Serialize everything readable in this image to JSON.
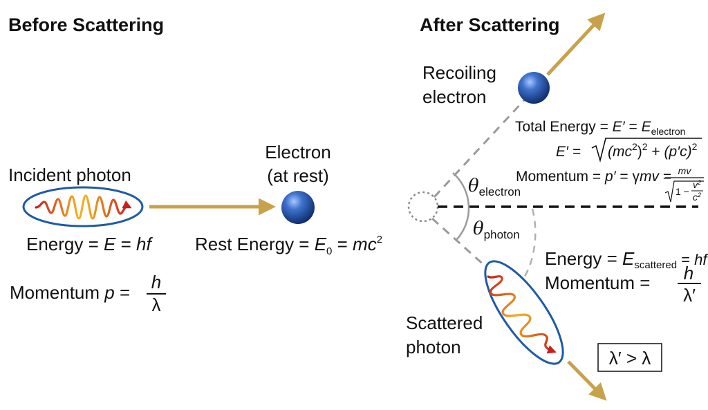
{
  "before": {
    "heading": "Before Scattering",
    "incident_label": "Incident photon",
    "electron_label_line1": "Electron",
    "electron_label_line2": "(at rest)",
    "energy_prefix": "Energy = ",
    "energy_E": "E",
    "energy_mid": " = ",
    "energy_hf": "hf",
    "momentum_prefix": "Momentum ",
    "momentum_p": "p",
    "momentum_eq": " =",
    "momentum_num": "h",
    "momentum_den": "λ",
    "rest_prefix": "Rest Energy = ",
    "rest_E": "E",
    "rest_sub": "0",
    "rest_mid": " = ",
    "rest_mc": "mc",
    "rest_sup": "2"
  },
  "after": {
    "heading": "After Scattering",
    "recoil_line1": "Recoiling",
    "recoil_line2": "electron",
    "total_energy_prefix": "Total Energy = ",
    "total_energy_E": "E′",
    "total_energy_mid": " = ",
    "total_energy_E2": "E",
    "total_energy_sub": "electron",
    "sqrt_lhs": "E′ =",
    "sqrt_term1": "(mc",
    "sqrt_term1_sup": "2",
    "sqrt_term1_close": ")",
    "sqrt_term1_sup2": "2",
    "sqrt_plus": " + ",
    "sqrt_term2": "(p′c)",
    "sqrt_term2_sup": "2",
    "mom_prefix": "Momentum = ",
    "mom_p": "p′",
    "mom_eq1": " = γ",
    "mom_mv": "mv",
    "mom_eq2": " =",
    "mom_frac_num": "mv",
    "mom_root_one": "1 −",
    "mom_root_num": "v",
    "mom_root_num_sup": "2",
    "mom_root_den": "c",
    "mom_root_den_sup": "2",
    "theta_symbol": "θ",
    "theta_electron_sub": "electron",
    "theta_photon_sub": "photon",
    "scat_energy_prefix": "Energy = ",
    "scat_energy_E": "E",
    "scat_energy_sub": "scattered",
    "scat_energy_mid": " = ",
    "scat_energy_hf": "hf",
    "scat_momentum_prefix": "Momentum = ",
    "scat_momentum_num": "h",
    "scat_momentum_den": "λ′",
    "scattered_line1": "Scattered",
    "scattered_line2": "photon",
    "wavelength_box": "λ′ > λ"
  },
  "colors": {
    "arrow": "#c8a24a",
    "ellipse_stroke": "#1f5aa6",
    "electron_dark": "#0d2c6b",
    "electron_light": "#6f9fe6",
    "wave_start": "#c81e1e",
    "wave_mid": "#f2b020",
    "dashed_gray": "#9a9a9a"
  }
}
